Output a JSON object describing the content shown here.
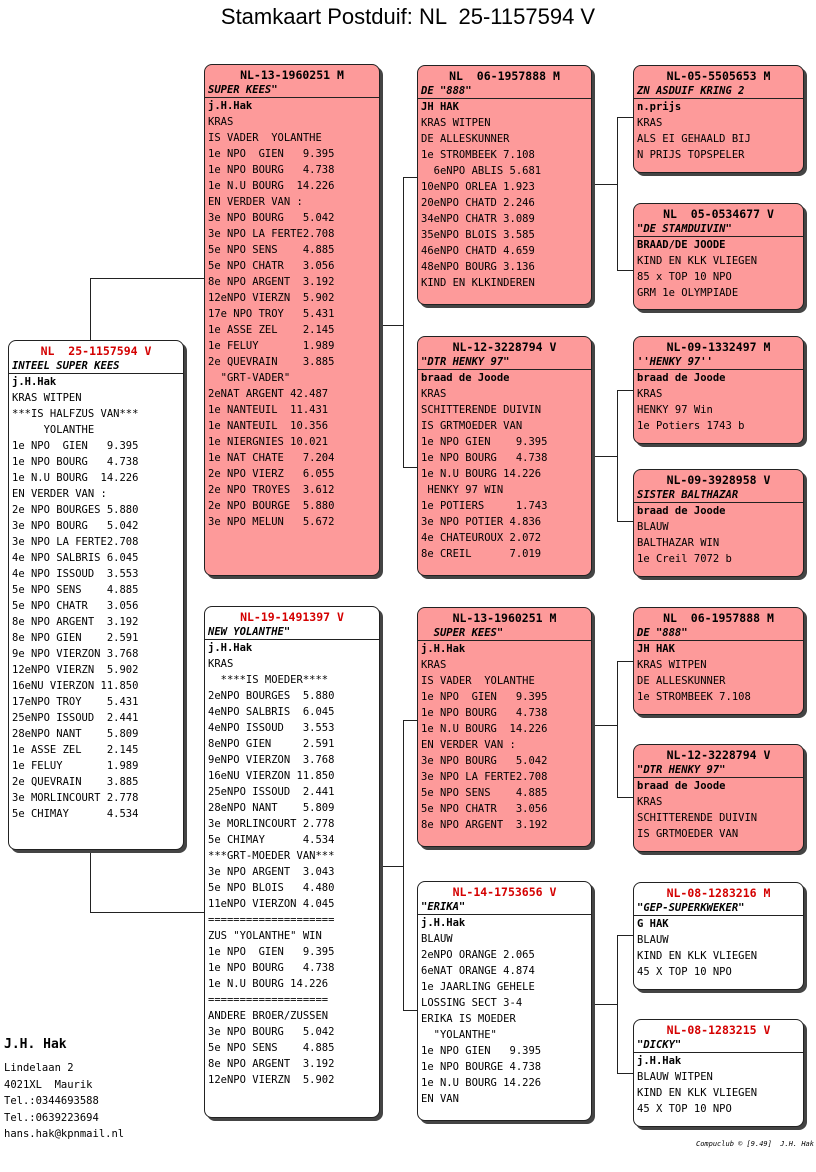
{
  "title": "Stamkaart Postduif: NL  25-1157594 V",
  "cards": {
    "subject": {
      "ring": "NL  25-1157594 V",
      "name": "INTEEL SUPER KEES",
      "lines": [
        "j.H.Hak",
        "KRAS WITPEN",
        "***IS HALFZUS VAN***",
        "     YOLANTHE",
        "1e NPO  GIEN   9.395",
        "1e NPO BOURG   4.738",
        "1e N.U BOURG  14.226",
        "EN VERDER VAN :",
        "2e NPO BOURGES 5.880",
        "3e NPO BOURG   5.042",
        "3e NPO LA FERTE2.708",
        "4e NPO SALBRIS 6.045",
        "4e NPO ISSOUD  3.553",
        "5e NPO SENS    4.885",
        "5e NPO CHATR   3.056",
        "8e NPO ARGENT  3.192",
        "8e NPO GIEN    2.591",
        "9e NPO VIERZON 3.768",
        "12eNPO VIERZN  5.902",
        "16eNU VIERZON 11.850",
        "17eNPO TROY    5.431",
        "25eNPO ISSOUD  2.441",
        "28eNPO NANT    5.809",
        "1e ASSE ZEL    2.145",
        "1e FELUY       1.989",
        "2e QUEVRAIN    3.885",
        "3e MORLINCOURT 2.778",
        "5e CHIMAY      4.534"
      ]
    },
    "father": {
      "ring": "NL-13-1960251 M",
      "name": "SUPER KEES\"",
      "lines": [
        "j.H.Hak",
        "KRAS",
        "IS VADER  YOLANTHE",
        "1e NPO  GIEN   9.395",
        "1e NPO BOURG   4.738",
        "1e N.U BOURG  14.226",
        "EN VERDER VAN :",
        "3e NPO BOURG   5.042",
        "3e NPO LA FERTE2.708",
        "5e NPO SENS    4.885",
        "5e NPO CHATR   3.056",
        "8e NPO ARGENT  3.192",
        "12eNPO VIERZN  5.902",
        "17e NPO TROY   5.431",
        "1e ASSE ZEL    2.145",
        "1e FELUY       1.989",
        "2e QUEVRAIN    3.885",
        "  \"GRT-VADER\"",
        "2eNAT ARGENT 42.487",
        "1e NANTEUIL  11.431",
        "1e NANTEUIL  10.356",
        "1e NIERGNIES 10.021",
        "1e NAT CHATE   7.204",
        "2e NPO VIERZ   6.055",
        "2e NPO TROYES  3.612",
        "2e NPO BOURGE  5.880",
        "3e NPO MELUN   5.672"
      ]
    },
    "mother": {
      "ring": "NL-19-1491397 V",
      "name": "NEW YOLANTHE\"",
      "lines": [
        "j.H.Hak",
        "KRAS",
        "  ****IS MOEDER****",
        "2eNPO BOURGES  5.880",
        "4eNPO SALBRIS  6.045",
        "4eNPO ISSOUD   3.553",
        "8eNPO GIEN     2.591",
        "9eNPO VIERZON  3.768",
        "16eNU VIERZON 11.850",
        "25eNPO ISSOUD  2.441",
        "28eNPO NANT    5.809",
        "3e MORLINCOURT 2.778",
        "5e CHIMAY      4.534",
        "***GRT-MOEDER VAN***",
        "3e NPO ARGENT  3.043",
        "5e NPO BLOIS   4.480",
        "11eNPO VIERZON 4.045",
        "====================",
        "ZUS \"YOLANTHE\" WIN",
        "1e NPO  GIEN   9.395",
        "1e NPO BOURG   4.738",
        "1e N.U BOURG 14.226",
        "===================",
        "ANDERE BROER/ZUSSEN",
        "3e NPO BOURG   5.042",
        "5e NPO SENS    4.885",
        "8e NPO ARGENT  3.192",
        "12eNPO VIERZN  5.902"
      ]
    },
    "ff": {
      "ring": "NL  06-1957888 M",
      "name": "DE \"888\"",
      "lines": [
        "JH HAK",
        "KRAS WITPEN",
        "DE ALLESKUNNER",
        "1e STROMBEEK 7.108",
        "  6eNPO ABLIS 5.681",
        "10eNPO ORLEA 1.923",
        "20eNPO CHATD 2.246",
        "34eNPO CHATR 3.089",
        "35eNPO BLOIS 3.585",
        "46eNPO CHATD 4.659",
        "48eNPO BOURG 3.136",
        "KIND EN KLKINDEREN"
      ]
    },
    "fm": {
      "ring": "NL-12-3228794 V",
      "name": "\"DTR HENKY 97\"",
      "lines": [
        "braad de Joode",
        "KRAS",
        "SCHITTERENDE DUIVIN",
        "IS GRTMOEDER VAN",
        "1e NPO GIEN    9.395",
        "1e NPO BOURG   4.738",
        "1e N.U BOURG 14.226",
        " HENKY 97 WIN",
        "1e POTIERS     1.743",
        "3e NPO POTIER 4.836",
        "4e CHATEUROUX 2.072",
        "8e CREIL      7.019"
      ]
    },
    "mf": {
      "ring": "NL-13-1960251 M",
      "name": "  SUPER KEES\"",
      "lines": [
        "j.H.Hak",
        "KRAS",
        "IS VADER  YOLANTHE",
        "1e NPO  GIEN   9.395",
        "1e NPO BOURG   4.738",
        "1e N.U BOURG  14.226",
        "EN VERDER VAN :",
        "3e NPO BOURG   5.042",
        "3e NPO LA FERTE2.708",
        "5e NPO SENS    4.885",
        "5e NPO CHATR   3.056",
        "8e NPO ARGENT  3.192"
      ]
    },
    "mm": {
      "ring": "NL-14-1753656 V",
      "name": "\"ERIKA\"",
      "lines": [
        "j.H.Hak",
        "BLAUW",
        "2eNPO ORANGE 2.065",
        "6eNAT ORANGE 4.874",
        "1e JAARLING GEHELE",
        "LOSSING SECT 3-4",
        "ERIKA IS MOEDER",
        "  \"YOLANTHE\"",
        "1e NPO GIEN   9.395",
        "1e NPO BOURGE 4.738",
        "1e N.U BOURG 14.226",
        "EN VAN"
      ]
    },
    "fff": {
      "ring": "NL-05-5505653 M",
      "name": "ZN ASDUIF KRING 2",
      "lines": [
        "n.prijs",
        "KRAS",
        "ALS EI GEHAALD BIJ",
        "N PRIJS TOPSPELER"
      ]
    },
    "ffm": {
      "ring": "NL  05-0534677 V",
      "name": "\"DE STAMDUIVIN\"",
      "lines": [
        "BRAAD/DE JOODE",
        "KIND EN KLK VLIEGEN",
        "85 x TOP 10 NPO",
        "GRM 1e OLYMPIADE"
      ]
    },
    "fmf": {
      "ring": "NL-09-1332497 M",
      "name": "''HENKY 97''",
      "lines": [
        "braad de Joode",
        "KRAS",
        "HENKY 97 Win",
        "1e Potiers 1743 b"
      ]
    },
    "fmm": {
      "ring": "NL-09-3928958 V",
      "name": "SISTER BALTHAZAR",
      "lines": [
        "braad de Joode",
        "BLAUW",
        "BALTHAZAR WIN",
        "1e Creil 7072 b"
      ]
    },
    "mff": {
      "ring": "NL  06-1957888 M",
      "name": "DE \"888\"",
      "lines": [
        "JH HAK",
        "KRAS WITPEN",
        "DE ALLESKUNNER",
        "1e STROMBEEK 7.108"
      ]
    },
    "mfm": {
      "ring": "NL-12-3228794 V",
      "name": "\"DTR HENKY 97\"",
      "lines": [
        "braad de Joode",
        "KRAS",
        "SCHITTERENDE DUIVIN",
        "IS GRTMOEDER VAN"
      ]
    },
    "mmf": {
      "ring": "NL-08-1283216 M",
      "name": "\"GEP-SUPERKWEKER\"",
      "lines": [
        "G HAK",
        "BLAUW",
        "KIND EN KLK VLIEGEN",
        "45 X TOP 10 NPO"
      ]
    },
    "mmm": {
      "ring": "NL-08-1283215 V",
      "name": "\"DICKY\"",
      "lines": [
        "j.H.Hak",
        "BLAUW WITPEN",
        "KIND EN KLK VLIEGEN",
        "45 X TOP 10 NPO"
      ]
    }
  },
  "owner": {
    "name": "J.H. Hak",
    "lines": [
      "Lindelaan 2",
      "4021XL  Maurik",
      "Tel.:0344693588",
      "Tel.:0639223694",
      "hans.hak@kpnmail.nl"
    ]
  },
  "footer": "Compuclub © [9.49]  J.H. Hak"
}
